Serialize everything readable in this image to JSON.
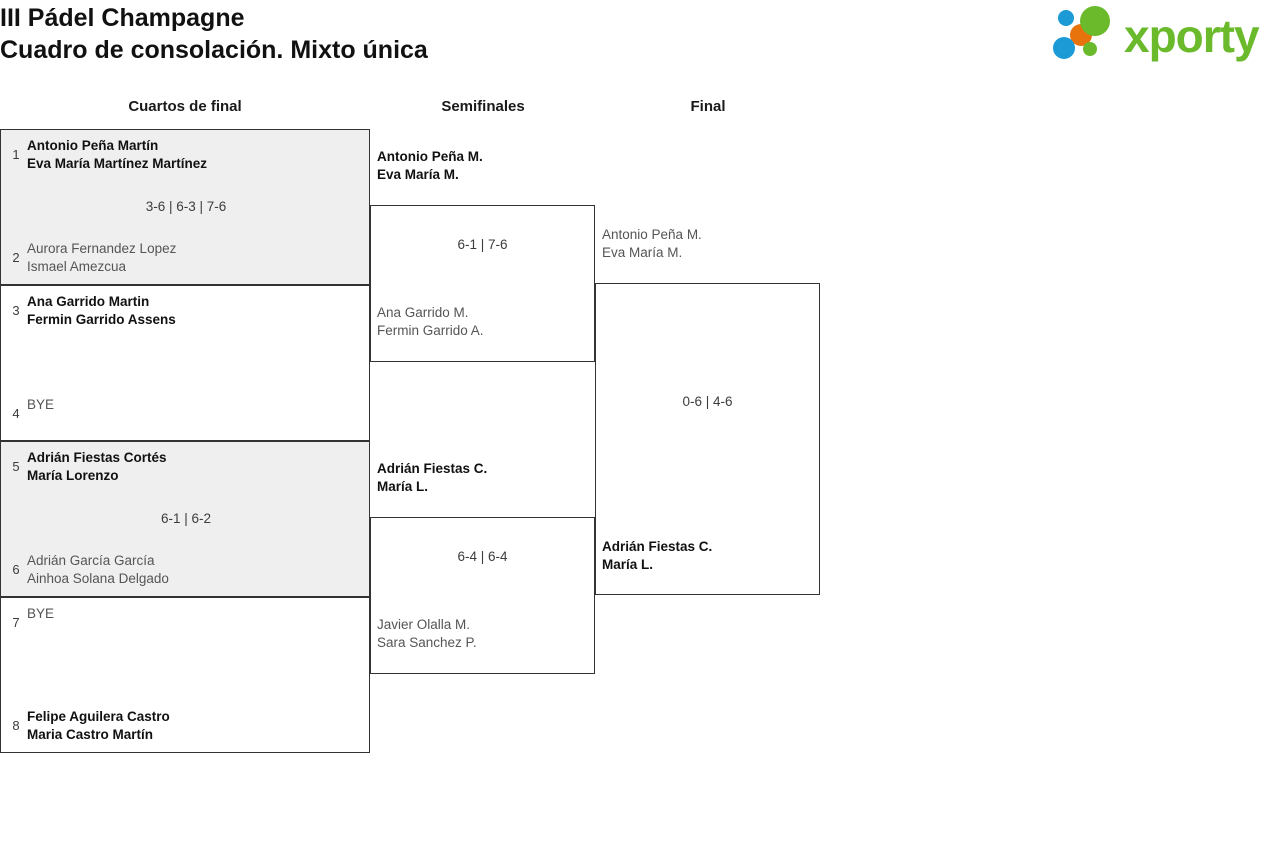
{
  "header": {
    "title_line1": "III Pádel Champagne",
    "title_line2": "Cuadro de consolación. Mixto única",
    "logo_text": "xporty",
    "logo_colors": {
      "green": "#6aba2c",
      "blue": "#1b9ad6",
      "orange": "#e8730c"
    }
  },
  "rounds": [
    {
      "label": "Cuartos de final"
    },
    {
      "label": "Semifinales"
    },
    {
      "label": "Final"
    }
  ],
  "quarterfinals": [
    {
      "shaded": true,
      "score": "3-6 | 6-3 | 7-6",
      "top": {
        "seed": "1",
        "result": "winner",
        "players": [
          "Antonio Peña Martín",
          "Eva María Martínez Martínez"
        ]
      },
      "bottom": {
        "seed": "2",
        "result": "loser",
        "players": [
          "Aurora Fernandez Lopez",
          "Ismael Amezcua"
        ]
      }
    },
    {
      "shaded": false,
      "score": "",
      "top": {
        "seed": "3",
        "result": "winner",
        "players": [
          "Ana Garrido Martin",
          "Fermin Garrido Assens"
        ]
      },
      "bottom": {
        "seed": "4",
        "result": "loser",
        "players": [
          "BYE"
        ]
      }
    },
    {
      "shaded": true,
      "score": "6-1 | 6-2",
      "top": {
        "seed": "5",
        "result": "winner",
        "players": [
          "Adrián Fiestas Cortés",
          "María Lorenzo"
        ]
      },
      "bottom": {
        "seed": "6",
        "result": "loser",
        "players": [
          "Adrián García García",
          "Ainhoa Solana Delgado"
        ]
      }
    },
    {
      "shaded": false,
      "score": "",
      "top": {
        "seed": "7",
        "result": "loser",
        "players": [
          "BYE"
        ]
      },
      "bottom": {
        "seed": "8",
        "result": "winner",
        "players": [
          "Felipe Aguilera Castro",
          "Maria Castro Martín"
        ]
      }
    }
  ],
  "semifinals": [
    {
      "score": "6-1 | 7-6",
      "top": {
        "result": "winner",
        "players": [
          "Antonio Peña M.",
          "Eva María M."
        ]
      },
      "bottom": {
        "result": "loser",
        "players": [
          "Ana Garrido M.",
          "Fermin Garrido A."
        ]
      }
    },
    {
      "score": "6-4 | 6-4",
      "top": {
        "result": "winner",
        "players": [
          "Adrián Fiestas C.",
          "María L."
        ]
      },
      "bottom": {
        "result": "loser",
        "players": [
          "Javier Olalla M.",
          "Sara Sanchez P."
        ]
      }
    }
  ],
  "final": {
    "score": "0-6 | 4-6",
    "top": {
      "result": "loser",
      "players": [
        "Antonio Peña M.",
        "Eva María M."
      ]
    },
    "bottom": {
      "result": "winner",
      "players": [
        "Adrián Fiestas C.",
        "María L."
      ]
    }
  }
}
